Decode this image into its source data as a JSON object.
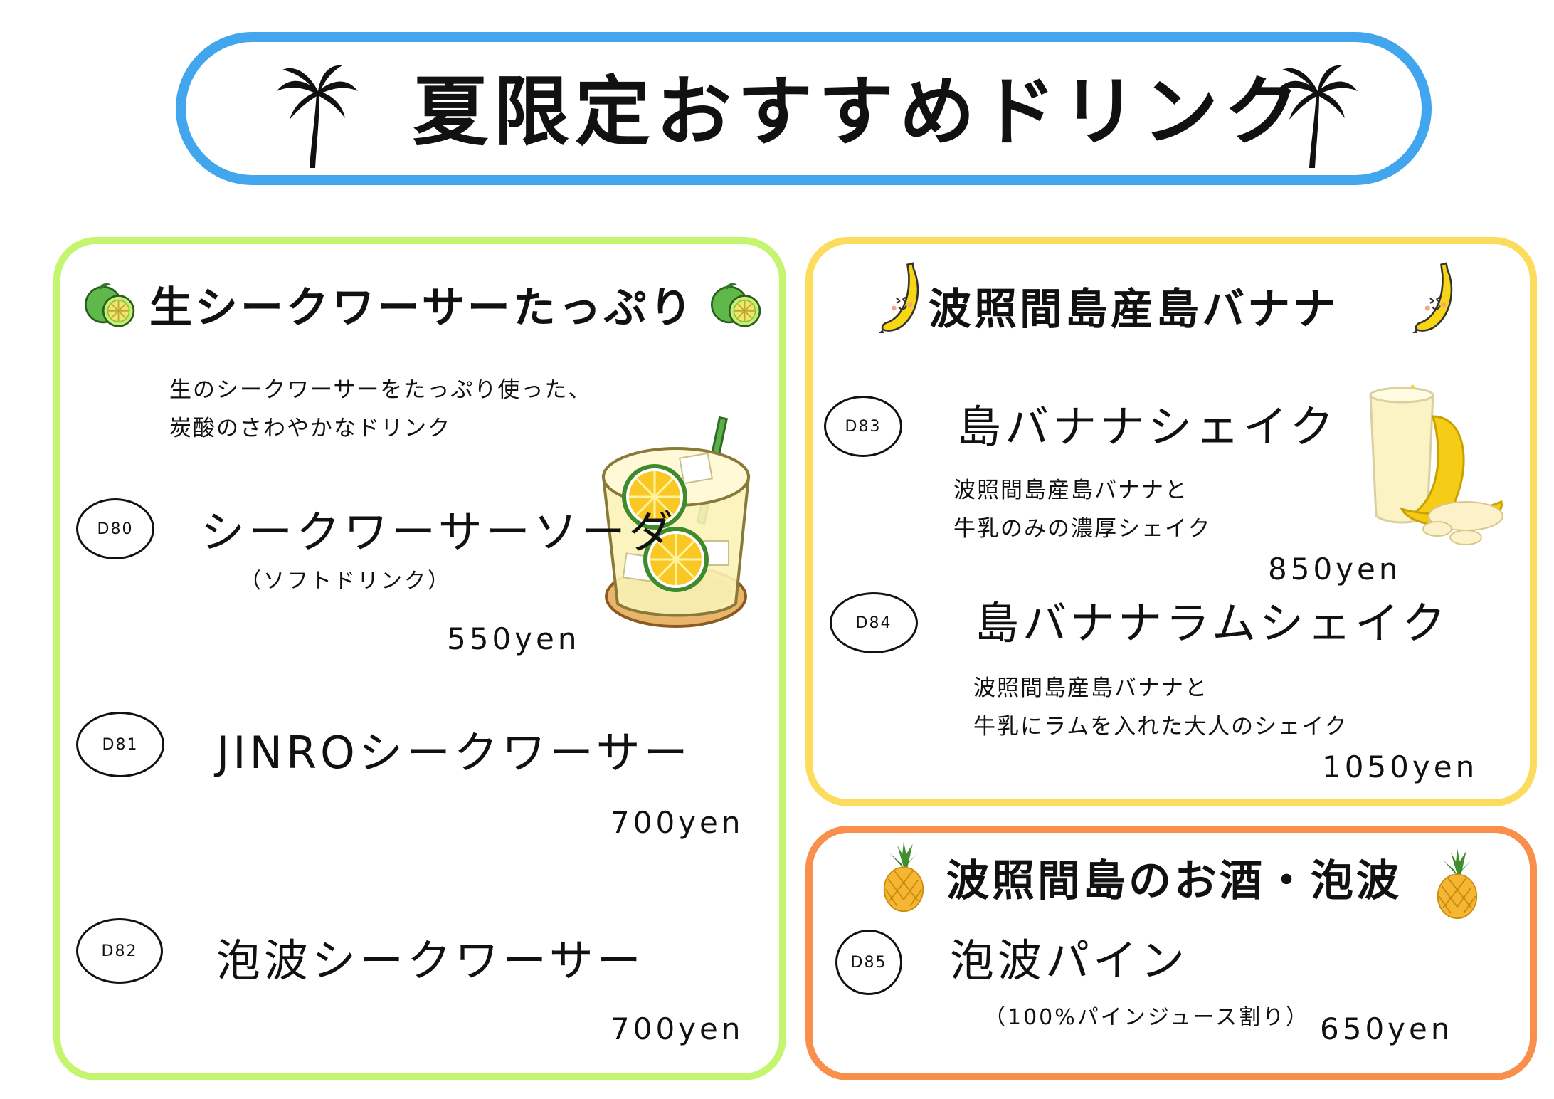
{
  "title": "夏限定おすすめドリンク",
  "colors": {
    "title_border": "#41a6ee",
    "shikuwasa_border": "#c3f56f",
    "banana_border": "#fcdc5d",
    "awamori_border": "#fa8f4b"
  },
  "icons": {
    "title_left": "palm-tree-icon",
    "title_right": "palm-tree-icon",
    "shikuwasa": "lime-icon",
    "banana": "banana-icon",
    "awamori": "pineapple-icon"
  },
  "shikuwasa": {
    "heading": "生シークワーサーたっぷり",
    "description": [
      "生のシークワーサーをたっぷり使った、",
      "炭酸のさわやかなドリンク"
    ],
    "items": [
      {
        "code": "D80",
        "name": "シークワーサーソーダ",
        "note": "（ソフトドリンク）",
        "price": "550yen"
      },
      {
        "code": "D81",
        "name": "JINROシークワーサー",
        "price": "700yen"
      },
      {
        "code": "D82",
        "name": "泡波シークワーサー",
        "price": "700yen"
      }
    ]
  },
  "banana": {
    "heading": "波照間島産島バナナ",
    "items": [
      {
        "code": "D83",
        "name": "島バナナシェイク",
        "description": [
          "波照間島産島バナナと",
          "牛乳のみの濃厚シェイク"
        ],
        "price": "850yen"
      },
      {
        "code": "D84",
        "name": "島バナナラムシェイク",
        "description": [
          "波照間島産島バナナと",
          "牛乳にラムを入れた大人のシェイク"
        ],
        "price": "1050yen"
      }
    ]
  },
  "awamori": {
    "heading": "波照間島のお酒・泡波",
    "items": [
      {
        "code": "D85",
        "name": "泡波パイン",
        "note": "（100%パインジュース割り）",
        "price": "650yen"
      }
    ]
  }
}
